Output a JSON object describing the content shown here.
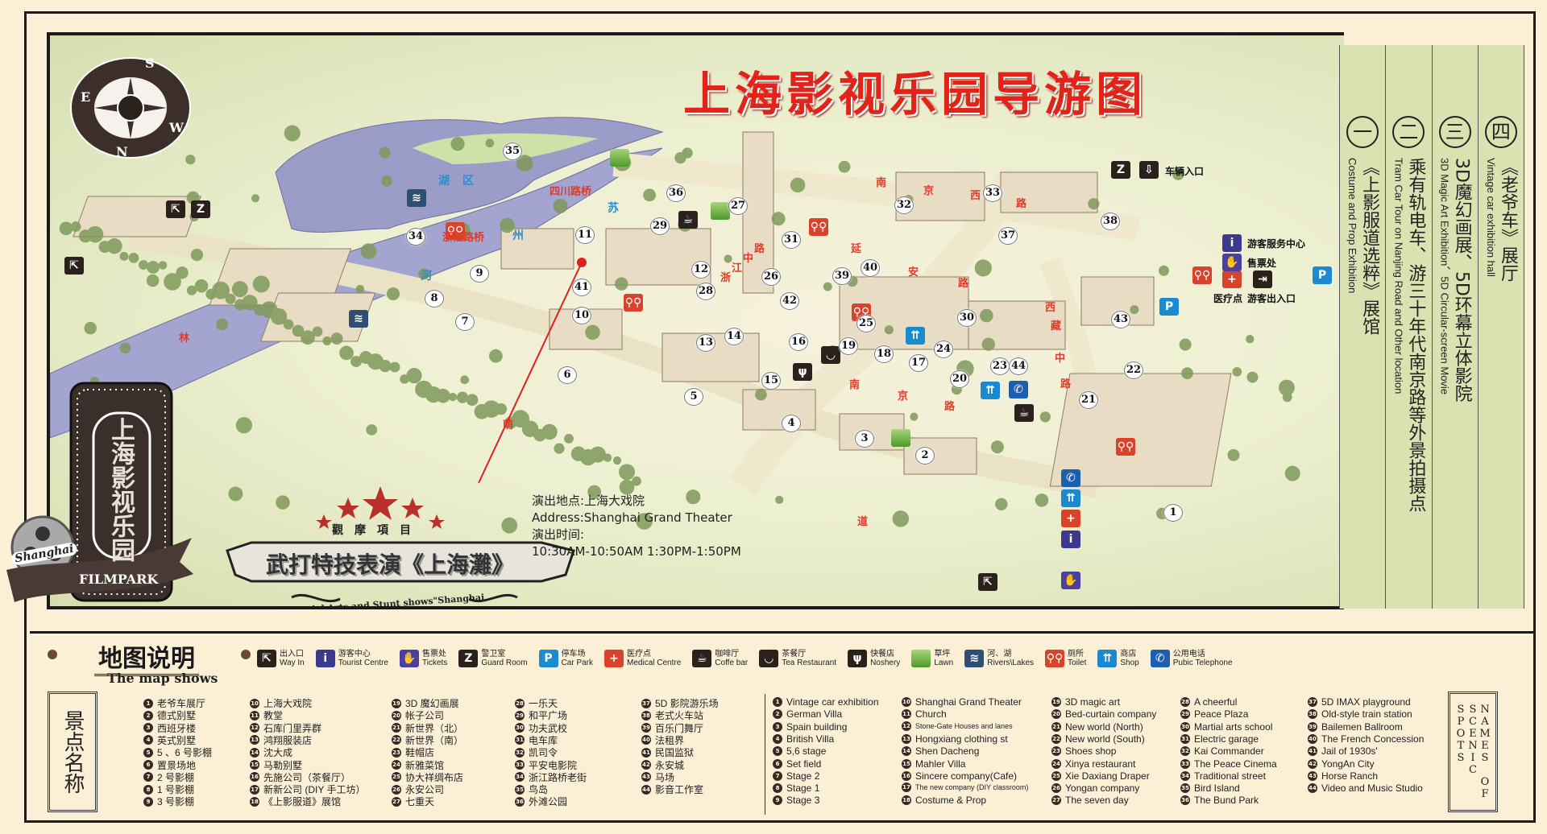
{
  "title": "上海影视乐园导游图",
  "compass": {
    "n": "N",
    "s": "S",
    "e": "E",
    "w": "W"
  },
  "logo": {
    "cn": "上海影视乐园",
    "script": "Shanghai",
    "en": "FILMPARK"
  },
  "colors": {
    "title": "#e2231a",
    "road_label": "#e23a2a",
    "water_label": "#2d8fd0",
    "panel": "#d9e2b1",
    "background": "#fbefd6"
  },
  "icon_colors": {
    "way-in": "#2a211c",
    "tourist": "#3b3a8f",
    "tickets": "#4a40a0",
    "guard": "#2a211c",
    "parking": "#1b8ad0",
    "medical": "#d8432b",
    "coffee": "#2a211c",
    "tea": "#2a211c",
    "noshery": "#2a211c",
    "lawn": "#6db33f",
    "water": "#2f4f72",
    "toilet": "#d8432b",
    "shop": "#1a8ad0",
    "phone": "#1d5fae",
    "car-entry": "#2a211c",
    "exit": "#2a211c"
  },
  "map": {
    "spots": [
      "1",
      "2",
      "3",
      "4",
      "5",
      "6",
      "7",
      "8",
      "9",
      "10",
      "11",
      "12",
      "13",
      "14",
      "15",
      "16",
      "17",
      "18",
      "19",
      "20",
      "21",
      "22",
      "23",
      "24",
      "25",
      "26",
      "27",
      "28",
      "29",
      "30",
      "31",
      "32",
      "33",
      "34",
      "35",
      "36",
      "37",
      "38",
      "39",
      "40",
      "41",
      "42",
      "43",
      "44"
    ],
    "water": {
      "lake": [
        "湖",
        "区"
      ],
      "river": [
        "苏",
        "州",
        "河"
      ]
    },
    "bridges": [
      "四川路桥",
      "浙江路桥"
    ],
    "roads": {
      "nanjing_w": [
        "南",
        "京",
        "西",
        "路"
      ],
      "yanan": [
        "延",
        "安",
        "路"
      ],
      "xizang": [
        "西",
        "藏",
        "中",
        "路"
      ],
      "nanjing": [
        "南",
        "京",
        "路"
      ],
      "zhejiang": [
        "浙",
        "江",
        "中",
        "路"
      ],
      "boulevard": [
        "林",
        "荫",
        "道"
      ]
    },
    "facility_labels": {
      "car_entry": "车辆入口",
      "tourist_centre": "游客服务中心",
      "tickets": "售票处",
      "medical": "医疗点",
      "exit": "游客出入口"
    }
  },
  "show": {
    "heading": "觀摩項目",
    "title": "武打特技表演《上海灘》",
    "subtitle": "Martial Arts and Stunt shows\"Shanghai",
    "venue_cn": "演出地点:上海大戏院",
    "venue_en": "Address:Shanghai Grand Theater",
    "time_label": "演出时间:",
    "times": "10:30AM-10:50AM   1:30PM-1:50PM"
  },
  "panel": [
    {
      "num": "一",
      "cn": "《上影服道选粹》展馆",
      "en": "Costume and Prop Exhibition"
    },
    {
      "num": "二",
      "cn": "乘有轨电车、游三十年代南京路等外景拍摄点",
      "en": "Tram Car Tour on Nanjing Road and Other location"
    },
    {
      "num": "三",
      "cn": "3D魔幻画展、5D环幕立体影院",
      "en": "3D Magic Art Exhibition、5D Circular-screen Movie"
    },
    {
      "num": "四",
      "cn": "《老爷车》展厅",
      "en": "Vintage car exhibition hall"
    }
  ],
  "legend": {
    "title_cn": "地图说明",
    "title_en": "The map shows",
    "icons": [
      {
        "icon": "way-in",
        "cn": "出入口",
        "en": "Way In"
      },
      {
        "icon": "tourist",
        "cn": "游客中心",
        "en": "Tourist Centre"
      },
      {
        "icon": "tickets",
        "cn": "售票处",
        "en": "Tickets"
      },
      {
        "icon": "guard",
        "cn": "警卫室",
        "en": "Guard Room"
      },
      {
        "icon": "parking",
        "cn": "停车场",
        "en": "Car Park"
      },
      {
        "icon": "medical",
        "cn": "医疗点",
        "en": "Medical Centre"
      },
      {
        "icon": "coffee",
        "cn": "咖啡厅",
        "en": "Coffe bar"
      },
      {
        "icon": "tea",
        "cn": "茶餐厅",
        "en": "Tea Restaurant"
      },
      {
        "icon": "noshery",
        "cn": "快餐店",
        "en": "Noshery"
      },
      {
        "icon": "lawn",
        "cn": "草坪",
        "en": "Lawn"
      },
      {
        "icon": "water",
        "cn": "河、湖",
        "en": "Rivers\\Lakes"
      },
      {
        "icon": "toilet",
        "cn": "厕所",
        "en": "Toilet"
      },
      {
        "icon": "shop",
        "cn": "商店",
        "en": "Shop"
      },
      {
        "icon": "phone",
        "cn": "公用电话",
        "en": "Pubic Telephone"
      }
    ],
    "cn_box": "景点名称",
    "en_box": "NAMES OF SCENIC SPOTS",
    "spots_cn": [
      "老爷车展厅",
      "德式别墅",
      "西班牙楼",
      "英式别墅",
      "5 、6 号影棚",
      "置景场地",
      "2 号影棚",
      "1 号影棚",
      "3 号影棚",
      "上海大戏院",
      "教堂",
      "石库门里弄群",
      "鸿翔服装店",
      "沈大成",
      "马勒别墅",
      "先施公司（茶餐厅）",
      "新新公司 (DIY 手工坊）",
      "《上影服道》展馆",
      "3D 魔幻画展",
      "帐子公司",
      "新世界（北）",
      "新世界（南）",
      "鞋帽店",
      "新雅菜馆",
      "协大祥绸布店",
      "永安公司",
      "七重天",
      "一乐天",
      "和平广场",
      "功夫武校",
      "电车库",
      "凯司令",
      "平安电影院",
      "浙江路桥老街",
      "鸟岛",
      "外滩公园",
      "5D 影院游乐场",
      "老式火车站",
      "百乐门舞厅",
      "法租界",
      "民国监狱",
      "永安城",
      "马场",
      "影音工作室"
    ],
    "spots_en": [
      "Vintage car exhibition",
      "German Villa",
      "Spain building",
      "British Villa",
      "5,6 stage",
      "Set field",
      "Stage 2",
      "Stage 1",
      "Stage 3",
      "Shanghai Grand Theater",
      "Church",
      "Stone-Gate Houses and lanes",
      "Hongxiang clothing st",
      "Shen Dacheng",
      "Mahler Villa",
      "Sincere company(Cafe)",
      "The new company (DIY classroom)",
      "Costume & Prop",
      "3D magic art",
      "Bed-curtain company",
      "New world (North)",
      "New world (South)",
      "Shoes shop",
      "Xinya restaurant",
      "Xie Daxiang Draper",
      "Yongan company",
      "The seven day",
      "A cheerful",
      "Peace Plaza",
      "Martial arts school",
      "Electric garage",
      "Kai Commander",
      "The Peace Cinema",
      "Traditional street",
      "Bird Island",
      "The Bund Park",
      "5D IMAX playground",
      "Old-style train station",
      "Bailemen Ballroom",
      "The French Concession",
      "Jail of 1930s'",
      "YongAn City",
      "Horse Ranch",
      "Video and Music Studio"
    ]
  }
}
